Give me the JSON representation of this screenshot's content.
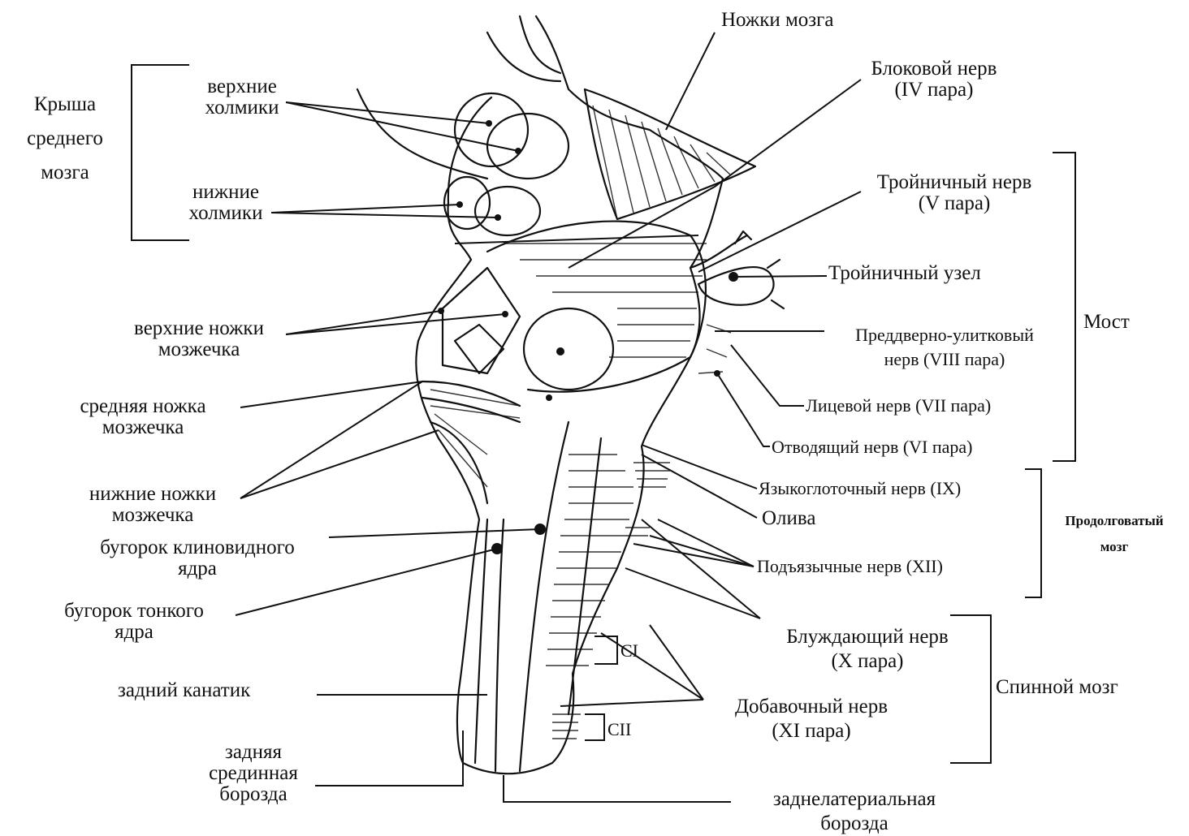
{
  "labels": {
    "krysha": [
      "Крыша",
      "среднего",
      "мозга"
    ],
    "verkhnie_kholmiki": [
      "верхние",
      "холмики"
    ],
    "nizhnie_kholmiki": [
      "нижние",
      "холмики"
    ],
    "verkhnie_nozhki": [
      "верхние  ножки",
      "мозжечка"
    ],
    "srednyaya_nozhka": [
      "средняя  ножка",
      "мозжечка"
    ],
    "nizhnie_nozhki": [
      "нижние ножки",
      "мозжечка"
    ],
    "klinovidnoe": [
      "бугорок  клиновидного",
      "ядра"
    ],
    "tonkoe": [
      "бугорок  тонкого",
      "ядра"
    ],
    "kanatik": "задний  канатик",
    "sredinnaya": [
      "задняя",
      "срединная",
      "борозда"
    ],
    "nozhki_mozga": "Ножки  мозга",
    "blokovoy": [
      "Блоковой  нерв",
      "(IV  пара)"
    ],
    "troynichny": [
      "Тройничный  нерв",
      "(V  пара)"
    ],
    "troynichny_uzel": "Тройничный узел",
    "most": "Мост",
    "preddverno": [
      "Преддверно-улитковый",
      "нерв  (VIII пара)"
    ],
    "litsevoy": "Лицевой нерв  (VII пара)",
    "otvodyashchiy": "Отводящий нерв  (VI пара)",
    "yazykoglotochny": "Языкоглоточный  нерв (IX)",
    "oliva": "Олива",
    "podyazychnye": "Подъязычные  нерв  (XII)",
    "prodolgovaty": [
      "Продолговатый",
      "мозг"
    ],
    "bluzhdayushchiy": [
      "Блуждающий   нерв",
      "(X  пара)"
    ],
    "dobavochny": [
      "Добавочный  нерв",
      "(XI  пара)"
    ],
    "spinnoy": "Спинной  мозг",
    "zadnelateralnaya": [
      "заднелатериальная",
      "борозда"
    ],
    "c1": "CI",
    "c2": "CII"
  }
}
